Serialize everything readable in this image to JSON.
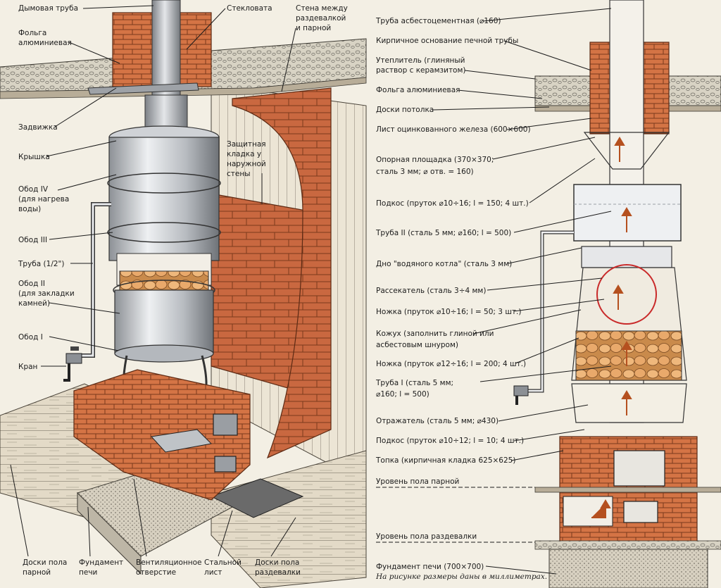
{
  "left": {
    "labels": [
      "Дымовая труба",
      "Стекловата",
      "Стена между",
      "раздевалкой",
      "и парной",
      "Фольга",
      "алюминиевая",
      "Задвижка",
      "Крышка",
      "Обод IV",
      "(для нагрева",
      "воды)",
      "Обод III",
      "Труба (1/2\")",
      "Обод II",
      "(для закладки",
      "камней)",
      "Обод I",
      "Кран",
      "Защитная",
      "кладка у",
      "наружной",
      "стены",
      "Доски пола",
      "парной",
      "Фундамент",
      "печи",
      "Вентиляционное",
      "отверстие",
      "Стальной",
      "лист",
      "Доски пола",
      "раздевалки"
    ]
  },
  "right": {
    "labels": [
      "Труба асбестоцементная (⌀160)",
      "Кирпичное основание печной трубы",
      "Утеплитель (глиняный",
      "раствор с керамзитом)",
      "Фольга алюминиевая",
      "Доски потолка",
      "Лист оцинкованного железа (600×600)",
      "Опорная площадка (370×370;",
      "сталь 3 мм; ⌀ отв. = 160)",
      "Подкос (пруток ⌀10÷16; l = 150; 4 шт.)",
      "Труба II (сталь 5 мм; ⌀160; l = 500)",
      "Дно \"водяного котла\" (сталь 3 мм)",
      "Рассекатель (сталь 3÷4 мм)",
      "Ножка (пруток ⌀10÷16; l = 50; 3 шт.)",
      "Кожух (заполнить глиной или",
      "асбестовым шнуром)",
      "Ножка (пруток ⌀12÷16; l = 200; 4 шт.)",
      "Труба I (сталь 5 мм;",
      "⌀160; l = 500)",
      "Отражатель (сталь 5 мм; ⌀430)",
      "Подкос (пруток ⌀10÷12; l = 10; 4 шт.)",
      "Топка (кирпичная кладка 625×625)",
      "Уровень пола парной",
      "Уровень пола раздевалки",
      "Фундамент печи (700×700)",
      "На рисунке размеры даны в миллиметрах."
    ]
  },
  "colors": {
    "paper": "#f3efe4",
    "brick": "#c8663c",
    "brick_light": "#e2a178",
    "steel": "#b9bcc0",
    "steel_dark": "#6b6e73",
    "stone": "#e0a766",
    "concrete": "#d9d4c7",
    "wood": "#ddd3c0",
    "highlight": "#c92a2a"
  },
  "icons": {
    "flow_arrow": "flow-arrow-icon",
    "valve": "valve-icon"
  }
}
